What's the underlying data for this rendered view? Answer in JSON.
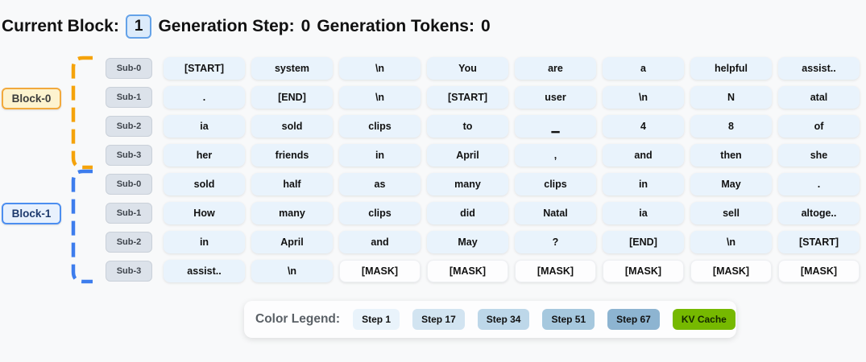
{
  "header": {
    "current_block_label": "Current Block:",
    "current_block_value": "1",
    "step_label": "Generation Step:",
    "step_value": "0",
    "tokens_label": "Generation Tokens:",
    "tokens_value": "0"
  },
  "blocks": [
    {
      "label": "Block-0",
      "theme": "orange",
      "accent_color": "#f5a30b",
      "sub_rows": [
        {
          "label": "Sub-0",
          "tokens": [
            "[START]",
            "system",
            "\\n",
            "You",
            "are",
            "a",
            "helpful",
            "assist.."
          ]
        },
        {
          "label": "Sub-1",
          "tokens": [
            ".",
            "[END]",
            "\\n",
            "[START]",
            "user",
            "\\n",
            "N",
            "atal"
          ]
        },
        {
          "label": "Sub-2",
          "tokens": [
            "ia",
            "sold",
            "clips",
            "to",
            "▁",
            "4",
            "8",
            "of"
          ]
        },
        {
          "label": "Sub-3",
          "tokens": [
            "her",
            "friends",
            "in",
            "April",
            ",",
            "and",
            "then",
            "she"
          ]
        }
      ]
    },
    {
      "label": "Block-1",
      "theme": "blue",
      "accent_color": "#3d7ded",
      "sub_rows": [
        {
          "label": "Sub-0",
          "tokens": [
            "sold",
            "half",
            "as",
            "many",
            "clips",
            "in",
            "May",
            "."
          ]
        },
        {
          "label": "Sub-1",
          "tokens": [
            "How",
            "many",
            "clips",
            "did",
            "Natal",
            "ia",
            "sell",
            "altoge.."
          ]
        },
        {
          "label": "Sub-2",
          "tokens": [
            "in",
            "April",
            "and",
            "May",
            "?",
            "[END]",
            "\\n",
            "[START]"
          ]
        },
        {
          "label": "Sub-3",
          "tokens": [
            "assist..",
            "\\n",
            "[MASK]",
            "[MASK]",
            "[MASK]",
            "[MASK]",
            "[MASK]",
            "[MASK]"
          ]
        }
      ]
    }
  ],
  "legend": {
    "title": "Color Legend:",
    "items": [
      {
        "label": "Step 1",
        "color": "#e9f3fb",
        "text": "#111111"
      },
      {
        "label": "Step 17",
        "color": "#d2e4f1",
        "text": "#111111"
      },
      {
        "label": "Step 34",
        "color": "#bdd7e9",
        "text": "#111111"
      },
      {
        "label": "Step 51",
        "color": "#a6c8de",
        "text": "#111111"
      },
      {
        "label": "Step 67",
        "color": "#8db4d1",
        "text": "#111111"
      },
      {
        "label": "KV Cache",
        "color": "#76b900",
        "text": "#142800"
      }
    ]
  },
  "colors": {
    "page_background": "#f8f9fa",
    "token_background": "#e9f3fc",
    "mask_background": "#fdfdfe",
    "block0_accent": "#f5a30b",
    "block1_accent": "#3d7ded"
  }
}
